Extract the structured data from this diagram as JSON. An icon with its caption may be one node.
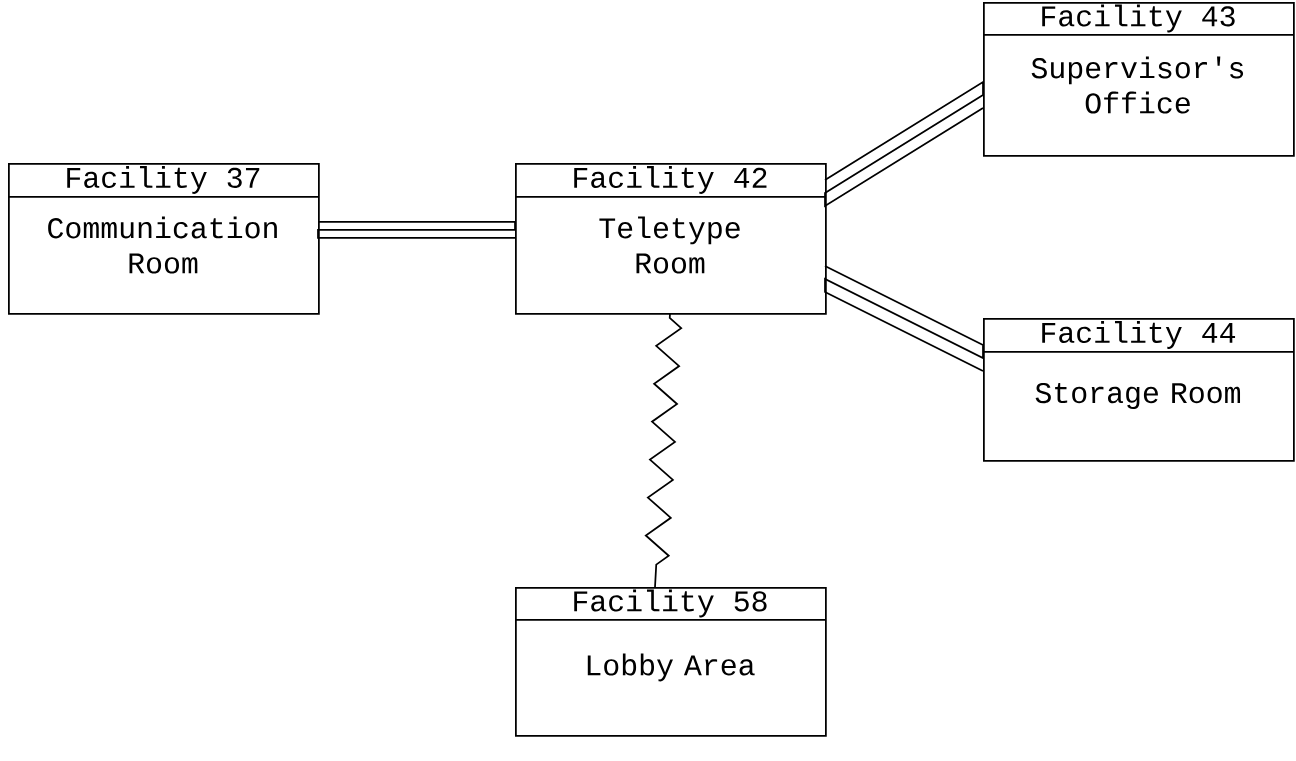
{
  "diagram": {
    "nodes": [
      {
        "text": [
          "Facility 37",
          "Communication Room"
        ]
      },
      {
        "text": [
          "Facility 42",
          "Teletype Room"
        ]
      },
      {
        "text": [
          "Facility 43",
          "Supervisor's Office"
        ]
      },
      {
        "text": [
          "Facility 44",
          "Storage Room"
        ]
      },
      {
        "text": [
          "Facility 58",
          "Lobby Area"
        ]
      }
    ],
    "edges": [
      {
        "from": 0,
        "to": 1,
        "arrow": "none"
      },
      {
        "from": 1,
        "to": 2,
        "arrow": "none"
      },
      {
        "from": 1,
        "to": 3,
        "arrow": "none"
      },
      {
        "from": 1,
        "to": 4,
        "arrow": "none"
      }
    ]
  }
}
